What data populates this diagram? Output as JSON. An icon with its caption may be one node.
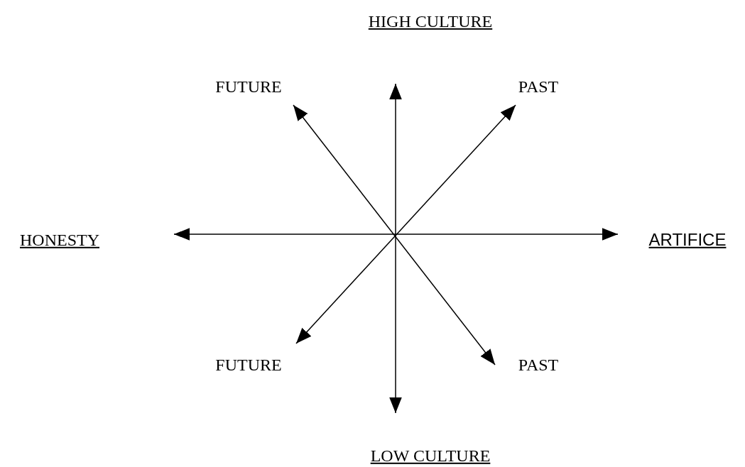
{
  "diagram": {
    "labels": [
      "HIGH CULTURE",
      "FUTURE",
      "PAST",
      "HONESTY",
      "ARTIFICE",
      "FUTURE",
      "PAST",
      "LOW CULTURE"
    ]
  }
}
